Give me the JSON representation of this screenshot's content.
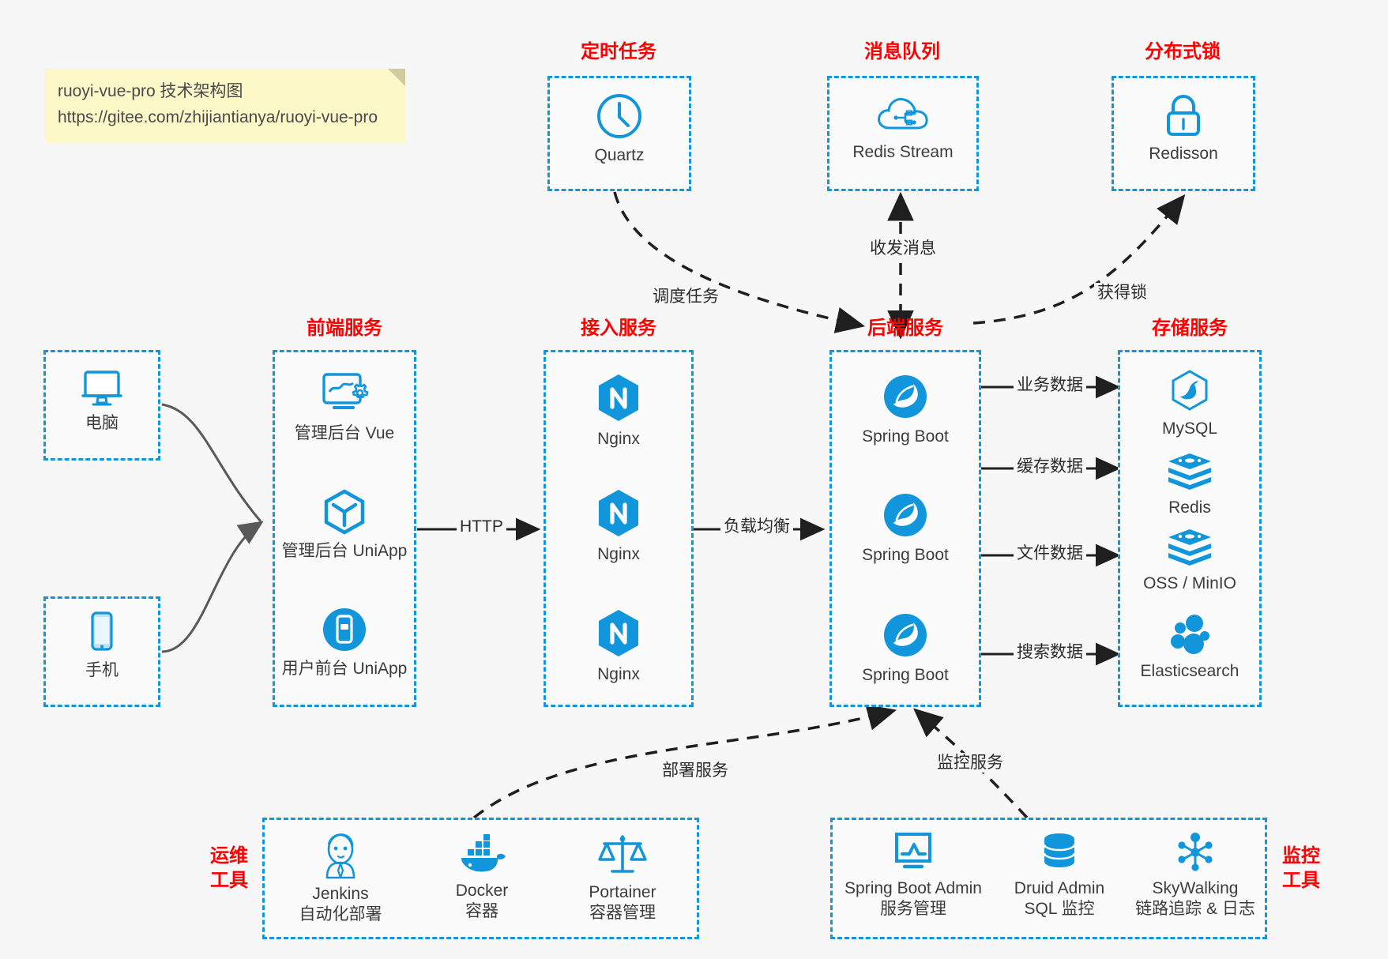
{
  "note": {
    "line1": "ruoyi-vue-pro 技术架构图",
    "line2": "https://gitee.com/zhijiantianya/ruoyi-vue-pro"
  },
  "colors": {
    "accent_blue": "#1296db",
    "title_red": "#ff0000",
    "text_gray": "#3c3c3c",
    "arrow_gray": "#595959",
    "note_yellow": "#fcf8c8",
    "background": "#f7f7f7"
  },
  "groups": {
    "scheduled_task": {
      "title": "定时任务",
      "nodes": [
        {
          "label": "Quartz",
          "icon": "clock-icon"
        }
      ]
    },
    "message_queue": {
      "title": "消息队列",
      "nodes": [
        {
          "label": "Redis Stream",
          "icon": "cloud-stream-icon"
        }
      ]
    },
    "distributed_lock": {
      "title": "分布式锁",
      "nodes": [
        {
          "label": "Redisson",
          "icon": "lock-icon"
        }
      ]
    },
    "clients": {
      "nodes": [
        {
          "label": "电脑",
          "icon": "desktop-icon"
        },
        {
          "label": "手机",
          "icon": "mobile-icon"
        }
      ]
    },
    "frontend": {
      "title": "前端服务",
      "nodes": [
        {
          "label": "管理后台 Vue",
          "icon": "dashboard-gear-icon"
        },
        {
          "label": "管理后台 UniApp",
          "icon": "uniapp-cube-icon"
        },
        {
          "label": "用户前台 UniApp",
          "icon": "mobile-app-icon"
        }
      ]
    },
    "gateway": {
      "title": "接入服务",
      "nodes": [
        {
          "label": "Nginx",
          "icon": "nginx-icon"
        },
        {
          "label": "Nginx",
          "icon": "nginx-icon"
        },
        {
          "label": "Nginx",
          "icon": "nginx-icon"
        }
      ]
    },
    "backend": {
      "title": "后端服务",
      "nodes": [
        {
          "label": "Spring Boot",
          "icon": "spring-boot-icon"
        },
        {
          "label": "Spring Boot",
          "icon": "spring-boot-icon"
        },
        {
          "label": "Spring Boot",
          "icon": "spring-boot-icon"
        }
      ]
    },
    "storage": {
      "title": "存储服务",
      "nodes": [
        {
          "label": "MySQL",
          "icon": "mysql-icon"
        },
        {
          "label": "Redis",
          "icon": "redis-icon"
        },
        {
          "label": "OSS / MinIO",
          "icon": "oss-minio-icon"
        },
        {
          "label": "Elasticsearch",
          "icon": "elasticsearch-icon"
        }
      ]
    },
    "devops": {
      "title": "运维\n工具",
      "title_line1": "运维",
      "title_line2": "工具",
      "nodes": [
        {
          "label": "Jenkins",
          "sublabel": "自动化部署",
          "icon": "jenkins-icon"
        },
        {
          "label": "Docker",
          "sublabel": "容器",
          "icon": "docker-icon"
        },
        {
          "label": "Portainer",
          "sublabel": "容器管理",
          "icon": "portainer-scale-icon"
        }
      ]
    },
    "monitoring": {
      "title_line1": "监控",
      "title_line2": "工具",
      "nodes": [
        {
          "label": "Spring Boot Admin",
          "sublabel": "服务管理",
          "icon": "monitor-chart-icon"
        },
        {
          "label": "Druid Admin",
          "sublabel": "SQL 监控",
          "icon": "database-icon"
        },
        {
          "label": "SkyWalking",
          "sublabel": "链路追踪 & 日志",
          "icon": "skywalking-icon"
        }
      ]
    }
  },
  "edges": [
    {
      "id": "schedule-task",
      "label": "调度任务"
    },
    {
      "id": "send-receive-message",
      "label": "收发消息"
    },
    {
      "id": "acquire-lock",
      "label": "获得锁"
    },
    {
      "id": "http",
      "label": "HTTP"
    },
    {
      "id": "load-balance",
      "label": "负载均衡"
    },
    {
      "id": "business-data",
      "label": "业务数据"
    },
    {
      "id": "cache-data",
      "label": "缓存数据"
    },
    {
      "id": "file-data",
      "label": "文件数据"
    },
    {
      "id": "search-data",
      "label": "搜索数据"
    },
    {
      "id": "deploy-service",
      "label": "部署服务"
    },
    {
      "id": "monitor-service",
      "label": "监控服务"
    }
  ]
}
